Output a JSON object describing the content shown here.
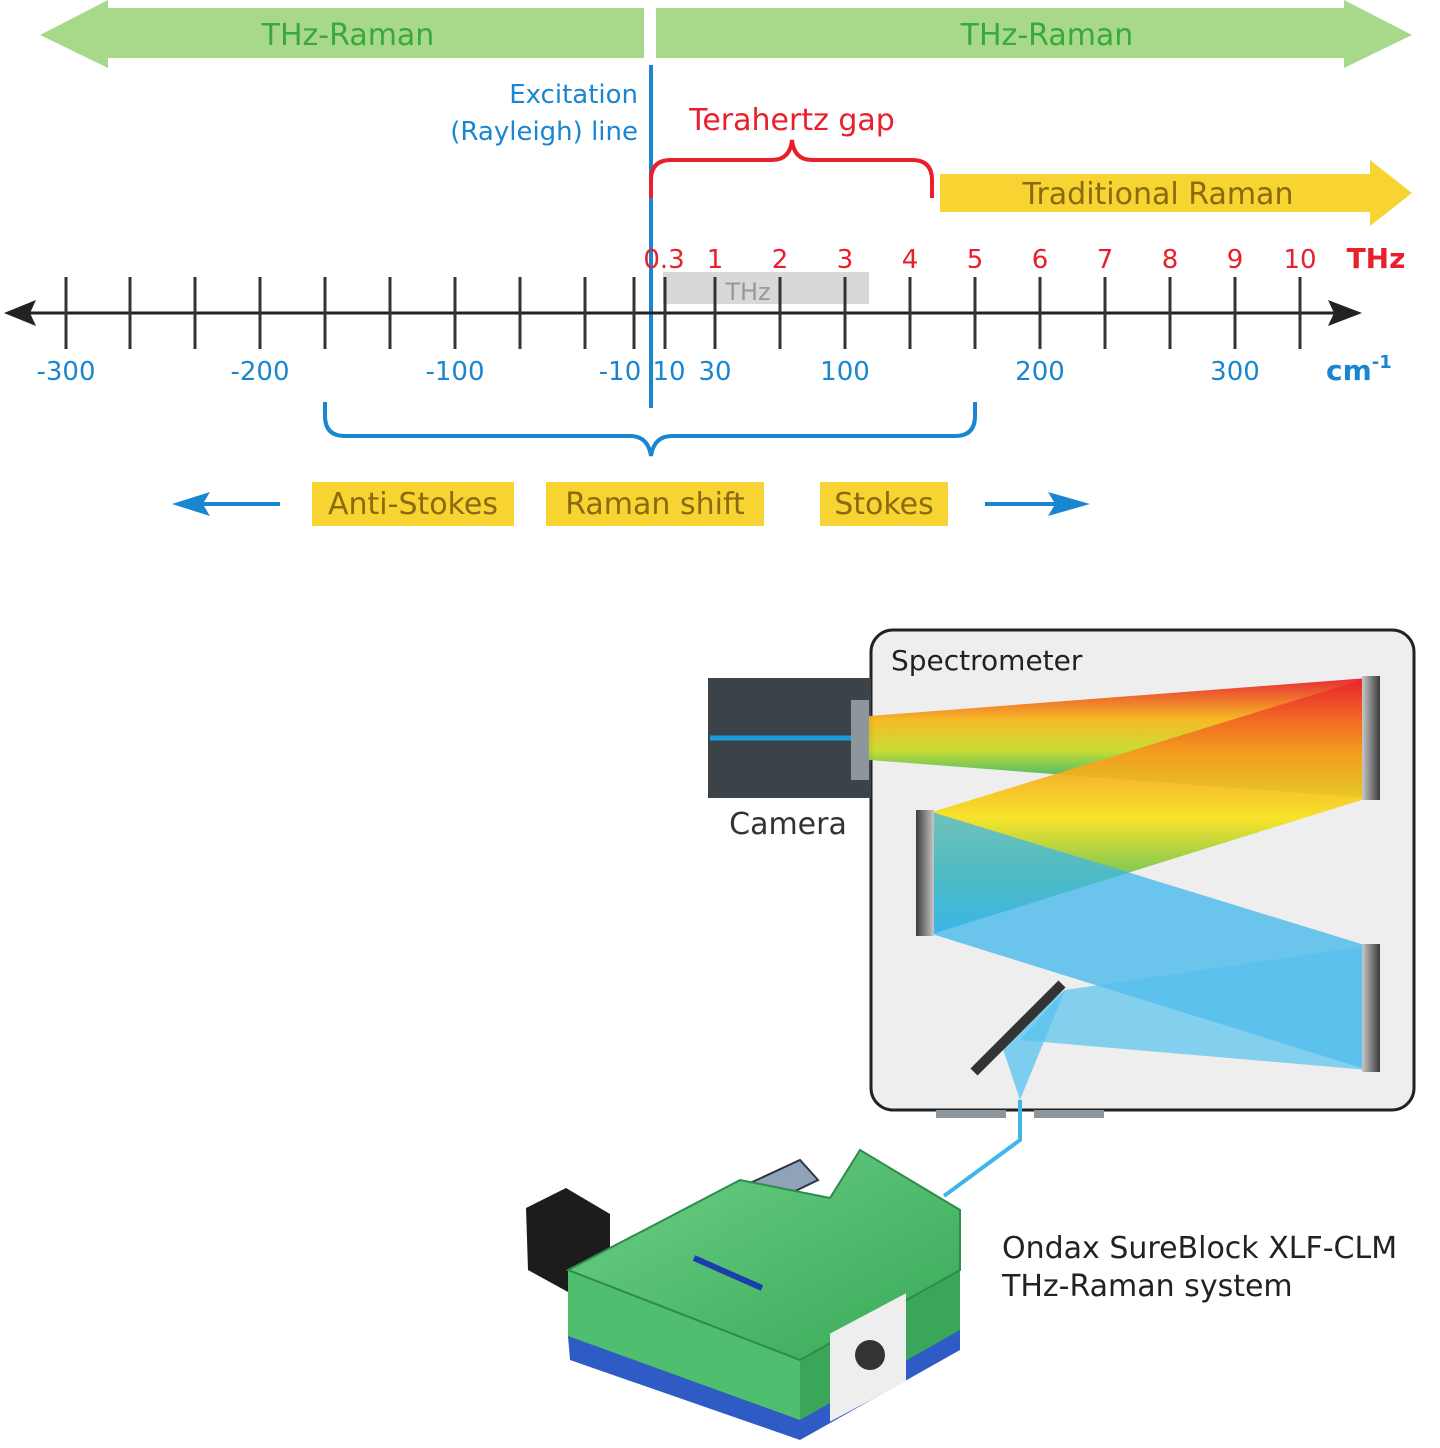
{
  "arrows": {
    "thz_raman_left": "THz-Raman",
    "thz_raman_right": "THz-Raman",
    "traditional_raman": "Traditional Raman"
  },
  "labels": {
    "excitation_line_1": "Excitation",
    "excitation_line_2": "(Rayleigh) line",
    "terahertz_gap": "Terahertz gap",
    "thz_band": "THz",
    "anti_stokes": "Anti-Stokes",
    "raman_shift": "Raman shift",
    "stokes": "Stokes"
  },
  "axis": {
    "thz_unit": "THz",
    "cm_unit": "cm",
    "cm_unit_sup": "-1",
    "thz_ticks": [
      "0.3",
      "1",
      "2",
      "3",
      "4",
      "5",
      "6",
      "7",
      "8",
      "9",
      "10"
    ],
    "cm_ticks": [
      "-300",
      "-200",
      "-100",
      "-10",
      "10",
      "30",
      "100",
      "200",
      "300"
    ]
  },
  "apparatus": {
    "spectrometer": "Spectrometer",
    "camera": "Camera",
    "system_line_1": "Ondax SureBlock XLF-CLM",
    "system_line_2": "THz-Raman system"
  },
  "colors": {
    "green_arrow": "#9fd37e",
    "green_text": "#3aa83a",
    "yellow": "#f7d432",
    "blue": "#1a86d0",
    "red": "#e8202c",
    "laser_green": "#4cc26a"
  }
}
